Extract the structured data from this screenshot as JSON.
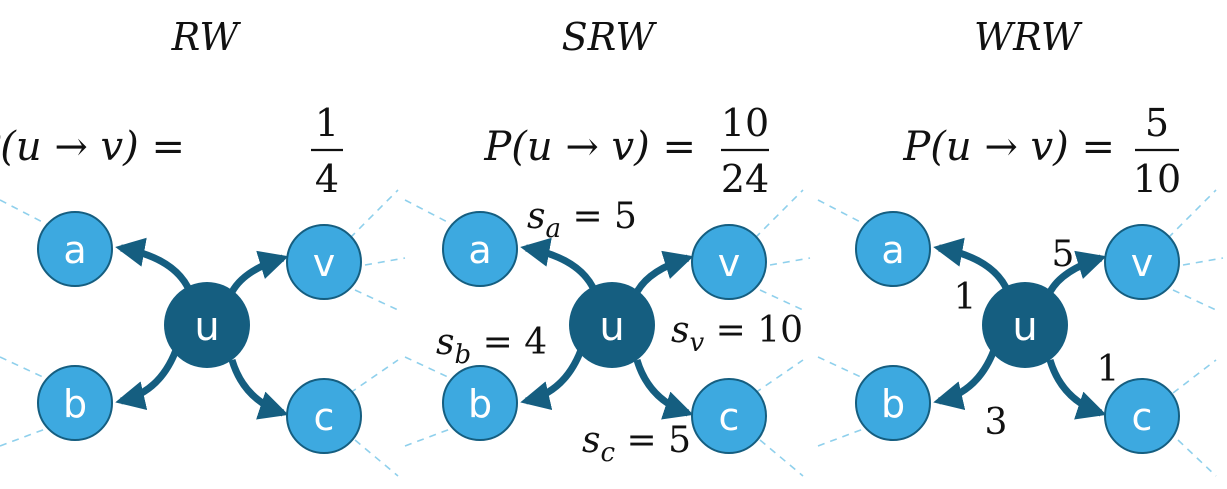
{
  "colors": {
    "hub": "#155e80",
    "neighbor": "#3da9e0",
    "neighbor_stroke": "#155e80",
    "arrow": "#155e80",
    "dashed_edge": "#8fd0ec"
  },
  "panels": [
    {
      "title": "RW",
      "prob_lhs": "P(u → v) =",
      "prob_num": "1",
      "prob_den": "4",
      "hub": "u",
      "nodes": {
        "a": "a",
        "b": "b",
        "v": "v",
        "c": "c"
      },
      "annotations": []
    },
    {
      "title": "SRW",
      "prob_lhs": "P(u → v) =",
      "prob_num": "10",
      "prob_den": "24",
      "hub": "u",
      "nodes": {
        "a": "a",
        "b": "b",
        "v": "v",
        "c": "c"
      },
      "annotations": [
        {
          "id": "sa",
          "base": "s",
          "sub": "a",
          "rest": " = 5"
        },
        {
          "id": "sb",
          "base": "s",
          "sub": "b",
          "rest": " = 4"
        },
        {
          "id": "sv",
          "base": "s",
          "sub": "v",
          "rest": " = 10"
        },
        {
          "id": "sc",
          "base": "s",
          "sub": "c",
          "rest": " = 5"
        }
      ]
    },
    {
      "title": "WRW",
      "prob_lhs": "P(u → v) =",
      "prob_num": "5",
      "prob_den": "10",
      "hub": "u",
      "nodes": {
        "a": "a",
        "b": "b",
        "v": "v",
        "c": "c"
      },
      "annotations": [
        {
          "id": "wa",
          "base": "1",
          "sub": "",
          "rest": ""
        },
        {
          "id": "wv",
          "base": "5",
          "sub": "",
          "rest": ""
        },
        {
          "id": "wb",
          "base": "3",
          "sub": "",
          "rest": ""
        },
        {
          "id": "wc",
          "base": "1",
          "sub": "",
          "rest": ""
        }
      ]
    }
  ]
}
